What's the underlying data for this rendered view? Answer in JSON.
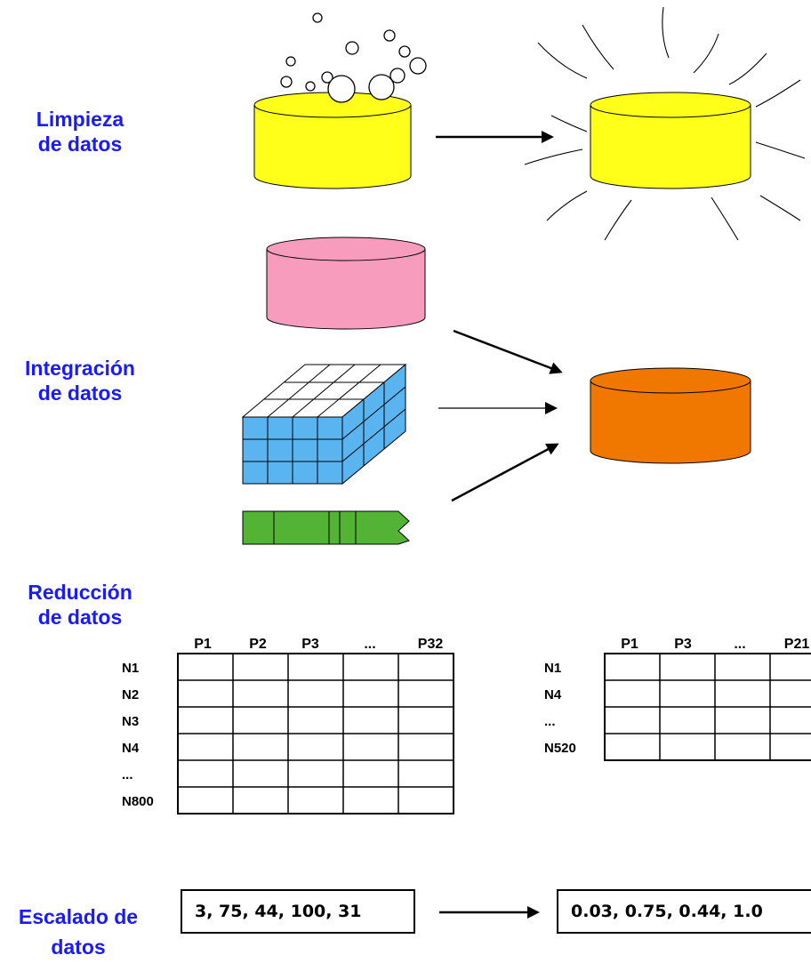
{
  "colors": {
    "label": "#1a1aff",
    "clean_db": "#ffff1a",
    "pink_db": "#f79cbc",
    "orange_db": "#f07800",
    "cube": "#5ab4ef",
    "green_flag": "#52b335"
  },
  "sections": {
    "cleaning": {
      "line1": "Limpieza",
      "line2": "de datos"
    },
    "integration": {
      "line1": "Integración",
      "line2": "de datos"
    },
    "reduction": {
      "line1": "Reducción",
      "line2": "de datos"
    },
    "scaling": {
      "line1": "Escalado de",
      "line2": "datos"
    }
  },
  "reduction": {
    "before": {
      "cols": [
        "P1",
        "P2",
        "P3",
        "...",
        "P32"
      ],
      "rows": [
        "N1",
        "N2",
        "N3",
        "N4",
        "...",
        "N800"
      ]
    },
    "after": {
      "cols": [
        "P1",
        "P3",
        "...",
        "P21"
      ],
      "rows": [
        "N1",
        "N4",
        "...",
        "N520"
      ]
    }
  },
  "scaling": {
    "input": "3, 75, 44, 100, 31",
    "output": "0.03, 0.75, 0.44, 1.0"
  }
}
